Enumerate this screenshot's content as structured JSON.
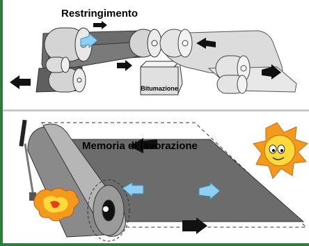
{
  "panels": {
    "top": {
      "title": "Restringimento",
      "box_label": "Bitumazione"
    },
    "bottom": {
      "title": "Memoria di lavorazione"
    }
  },
  "colors": {
    "frame_green": "#2e7d3a",
    "divider_gray": "#c9c9c9",
    "film_dark": "#6c6c6c",
    "film_light": "#dcdcdc",
    "roller_gray": "#d4d4d4",
    "arrow_black": "#111111",
    "arrow_blue": "#8fd0f2",
    "sun_orange": "#f39a1c",
    "sun_yellow": "#ffd83a",
    "flame_red": "#e53d1e"
  },
  "icons": [
    "torch-icon",
    "flame-icon",
    "sun-icon"
  ]
}
